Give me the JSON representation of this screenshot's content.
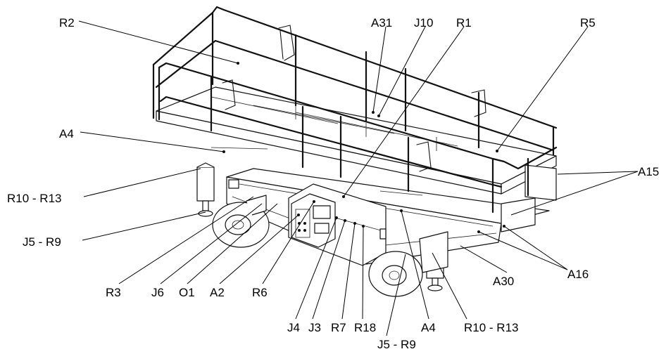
{
  "labels": {
    "R2": "R2",
    "A31": "A31",
    "J10": "J10",
    "R1": "R1",
    "R5": "R5",
    "A4_left": "A4",
    "A15": "A15",
    "R10_R13_left": "R10 - R13",
    "J5_R9_left": "J5 - R9",
    "A16": "A16",
    "A30": "A30",
    "R3": "R3",
    "J6": "J6",
    "O1": "O1",
    "A2": "A2",
    "R6": "R6",
    "J4": "J4",
    "J3": "J3",
    "R7": "R7",
    "R18": "R18",
    "A4_bottom": "A4",
    "R10_R13_bottom": "R10 - R13",
    "J5_R9_bottom": "J5 - R9"
  }
}
